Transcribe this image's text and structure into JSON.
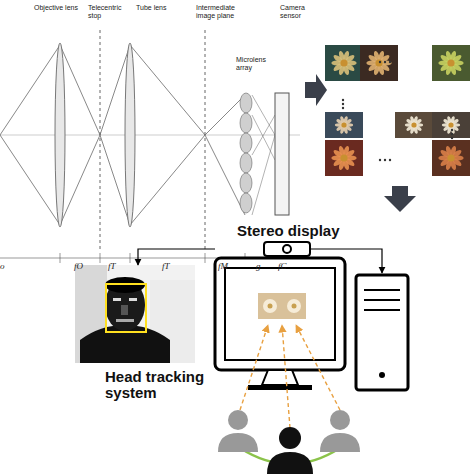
{
  "diagram": {
    "nodes": [
      {
        "text": [
          "Head tracking system"
        ]
      },
      {
        "text": [
          "Stereo display"
        ]
      }
    ],
    "edges": [
      {
        "from": 1,
        "to": 0,
        "arrow": "to"
      }
    ],
    "labels": [
      "Objective lens",
      "Telecentric stop",
      "Tube lens",
      "Intermediate image plane",
      "Microlens array",
      "Camera sensor",
      "o",
      "fO",
      "fT",
      "fT",
      "fM",
      "g",
      "fC"
    ]
  }
}
